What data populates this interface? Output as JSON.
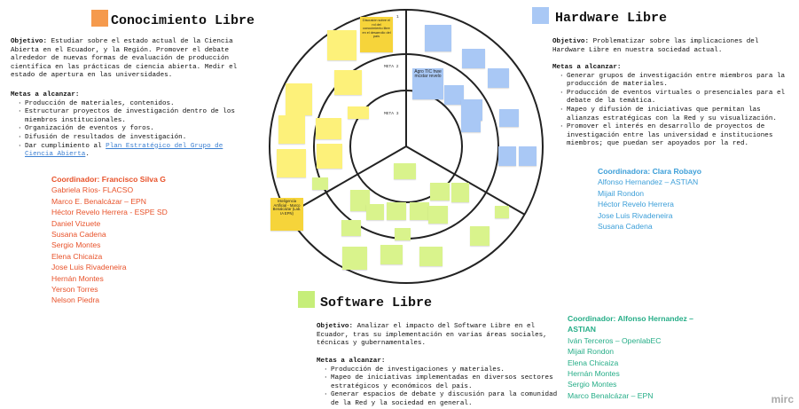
{
  "colors": {
    "orange": "#f59a4d",
    "blue": "#a9c8f5",
    "green": "#c6ee79",
    "orange_text": "#e8522a",
    "blue_text": "#3b9ed8",
    "green_text": "#25ad87",
    "link": "#3b7fd1"
  },
  "sections": {
    "conocimiento": {
      "title": "Conocimiento Libre",
      "objetivo_label": "Objetivo:",
      "objetivo_text": " Estudiar sobre el estado actual de la Ciencia Abierta en el Ecuador, y la Región. Promover el debate alrededor de nuevas formas de evaluación de producción científica en las prácticas de ciencia abierta. Medir el estado de apertura en las universidades.",
      "metas_label": "Metas a alcanzar:",
      "metas": [
        "Producción de materiales, contenidos.",
        "Estructurar proyectos de investigación dentro de los miembros institucionales.",
        "Organización de eventos y foros.",
        "Difusión de resultados de investigación."
      ],
      "metas_last_prefix": "Dar cumplimiento al ",
      "metas_last_link": "Plan Estratégico del Grupo de Ciencia Abierta",
      "metas_last_suffix": ".",
      "coordinador": "Coordinador: Francisco Silva G",
      "members": [
        "Gabriela Ríos- FLACSO",
        "Marco E. Benalcázar – EPN",
        "Héctor Revelo Herrera - ESPE SD",
        "Daniel Vizuete",
        "Susana Cadena",
        "Sergio Montes",
        "Elena Chicaiza",
        "Jose Luis Rivadeneira",
        "Hernán Montes",
        "Yerson Torres",
        "Nelson Piedra"
      ]
    },
    "hardware": {
      "title": "Hardware Libre",
      "objetivo_label": "Objetivo:",
      "objetivo_text": " Problematizar sobre las implicaciones del Hardware Libre en nuestra sociedad actual.",
      "metas_label": "Metas a alcanzar:",
      "metas": [
        "Generar grupos de investigación entre miembros para la producción de materiales.",
        "Producción de eventos virtuales o presenciales para el debate de la temática.",
        "Mapeo y difusión de iniciativas que permitan las alianzas estratégicas con la Red y su visualización.",
        "Promover el interés en desarrollo de proyectos de investigación entre las universidad e instituciones miembros; que  puedan ser apoyados por la red."
      ],
      "coordinador": "Coordinadora: Clara Robayo",
      "members": [
        "Alfonso Hernandez – ASTIAN",
        "Mijail Rondon",
        "Héctor Revelo Herrera",
        "Jose Luis Rivadeneira",
        "Susana Cadena"
      ]
    },
    "software": {
      "title": "Software Libre",
      "objetivo_label": "Objetivo:",
      "objetivo_text": " Analizar el impacto del Software Libre en el Ecuador, tras su implementación en varias áreas sociales, técnicas y gubernamentales.",
      "metas_label": "Metas a alcanzar:",
      "metas": [
        "Producción de investigaciones y materiales.",
        "Mapeo de iniciativas implementadas en diversos sectores estratégicos y económicos del país.",
        "Generar espacios de debate y discusión para la comunidad de  la Red y la sociedad en general."
      ],
      "coordinador": "Coordinador: Alfonso Hernandez – ASTIAN",
      "members": [
        "Iván Terceros – OpenlabEC",
        "Mijail Rondon",
        "Elena Chicaiza",
        "Hernán Montes",
        "Sergio Montes",
        "Marco Benalcázar – EPN"
      ]
    }
  },
  "wheel": {
    "ring_labels": [
      "1",
      "META 2",
      "META 3"
    ]
  },
  "notes": {
    "yellow": [
      "",
      "Discusión sobre el rol del conocimiento libre en el desarrollo del país",
      "",
      "",
      "",
      "",
      "",
      "",
      "",
      "Inteligencia Artificial - Marco Benalcázar (Lab. IA EPN)"
    ],
    "green": [
      "",
      "",
      "",
      "",
      "",
      "",
      "",
      "",
      "",
      "",
      "",
      "",
      "",
      "",
      "",
      ""
    ],
    "blue": [
      "",
      "",
      "Agro TIC hwe mcstar revelo",
      "",
      "",
      "",
      "",
      "",
      "",
      ""
    ]
  },
  "brand": "mirc"
}
